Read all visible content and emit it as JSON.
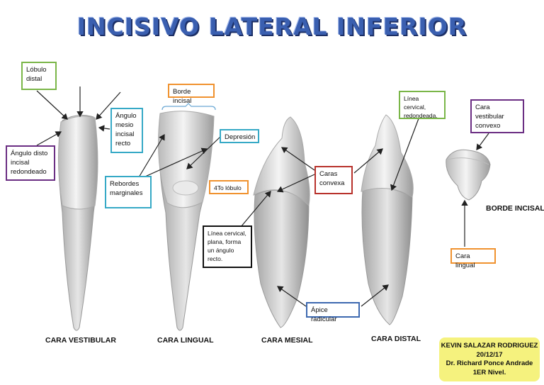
{
  "title": "INCISIVO LATERAL INFERIOR",
  "labels": {
    "lobulo_distal": "Lóbulo distal",
    "angulo_mesio": "Ángulo mesio incisal recto",
    "angulo_disto": "Ángulo disto incisal redondeado",
    "borde_incisal": "Borde incisal",
    "depresion": "Depresión",
    "rebordes": "Rebordes marginales",
    "lobulo4": "4To lóbulo",
    "linea_cervical_plana": "Línea cervical, plana, forma un ángulo recto.",
    "caras_convexa": "Caras convexa",
    "linea_cervical_red": "Línea cervical, redondeada.",
    "apice": "Ápice radicular",
    "cara_vestibular_convexo": "Cara vestibular convexo",
    "cara_lingual_box": "Cara lingual"
  },
  "captions": {
    "vestibular": "CARA VESTIBULAR",
    "lingual": "CARA LINGUAL",
    "mesial": "CARA MESIAL",
    "distal": "CARA DISTAL",
    "borde": "BORDE INCISAL"
  },
  "credit": {
    "name": "KEVIN SALAZAR RODRIGUEZ",
    "date": "20/12/17",
    "doctor": "Dr. Richard Ponce Andrade",
    "level": "1ER Nivel."
  }
}
